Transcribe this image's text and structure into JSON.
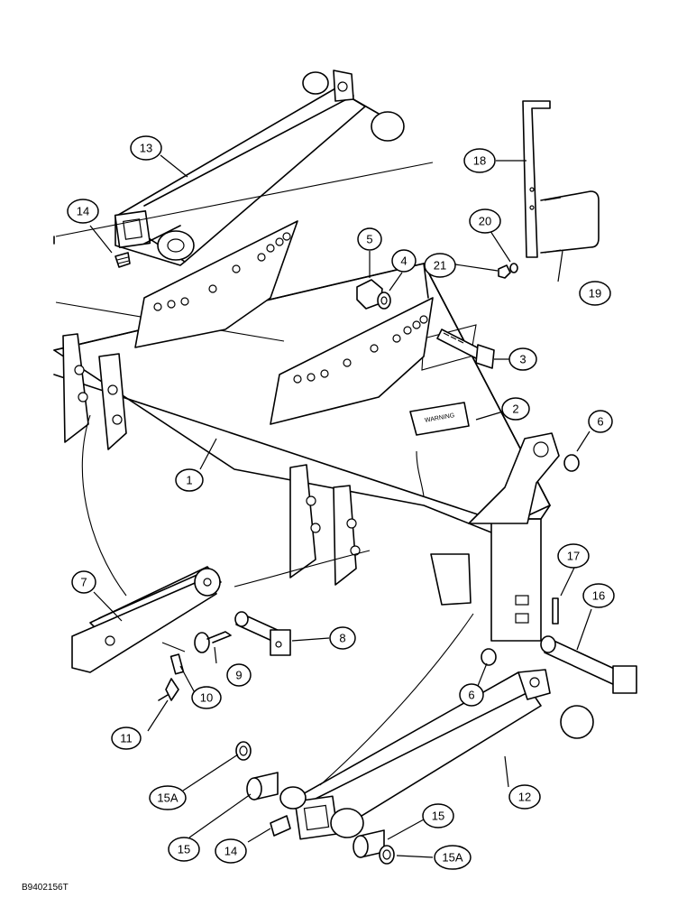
{
  "figure_code": "B9402156T",
  "decal_text": "WARNING",
  "callouts": [
    {
      "id": "c1",
      "label": "1"
    },
    {
      "id": "c2",
      "label": "2"
    },
    {
      "id": "c3",
      "label": "3"
    },
    {
      "id": "c4",
      "label": "4"
    },
    {
      "id": "c5",
      "label": "5"
    },
    {
      "id": "c6a",
      "label": "6"
    },
    {
      "id": "c6b",
      "label": "6"
    },
    {
      "id": "c7",
      "label": "7"
    },
    {
      "id": "c8",
      "label": "8"
    },
    {
      "id": "c9",
      "label": "9"
    },
    {
      "id": "c10",
      "label": "10"
    },
    {
      "id": "c11",
      "label": "11"
    },
    {
      "id": "c12",
      "label": "12"
    },
    {
      "id": "c13",
      "label": "13"
    },
    {
      "id": "c14a",
      "label": "14"
    },
    {
      "id": "c14b",
      "label": "14"
    },
    {
      "id": "c15a",
      "label": "15"
    },
    {
      "id": "c15b",
      "label": "15"
    },
    {
      "id": "c15Aa",
      "label": "15A"
    },
    {
      "id": "c15Ab",
      "label": "15A"
    },
    {
      "id": "c16",
      "label": "16"
    },
    {
      "id": "c17",
      "label": "17"
    },
    {
      "id": "c18",
      "label": "18"
    },
    {
      "id": "c19",
      "label": "19"
    },
    {
      "id": "c20",
      "label": "20"
    },
    {
      "id": "c21",
      "label": "21"
    }
  ]
}
